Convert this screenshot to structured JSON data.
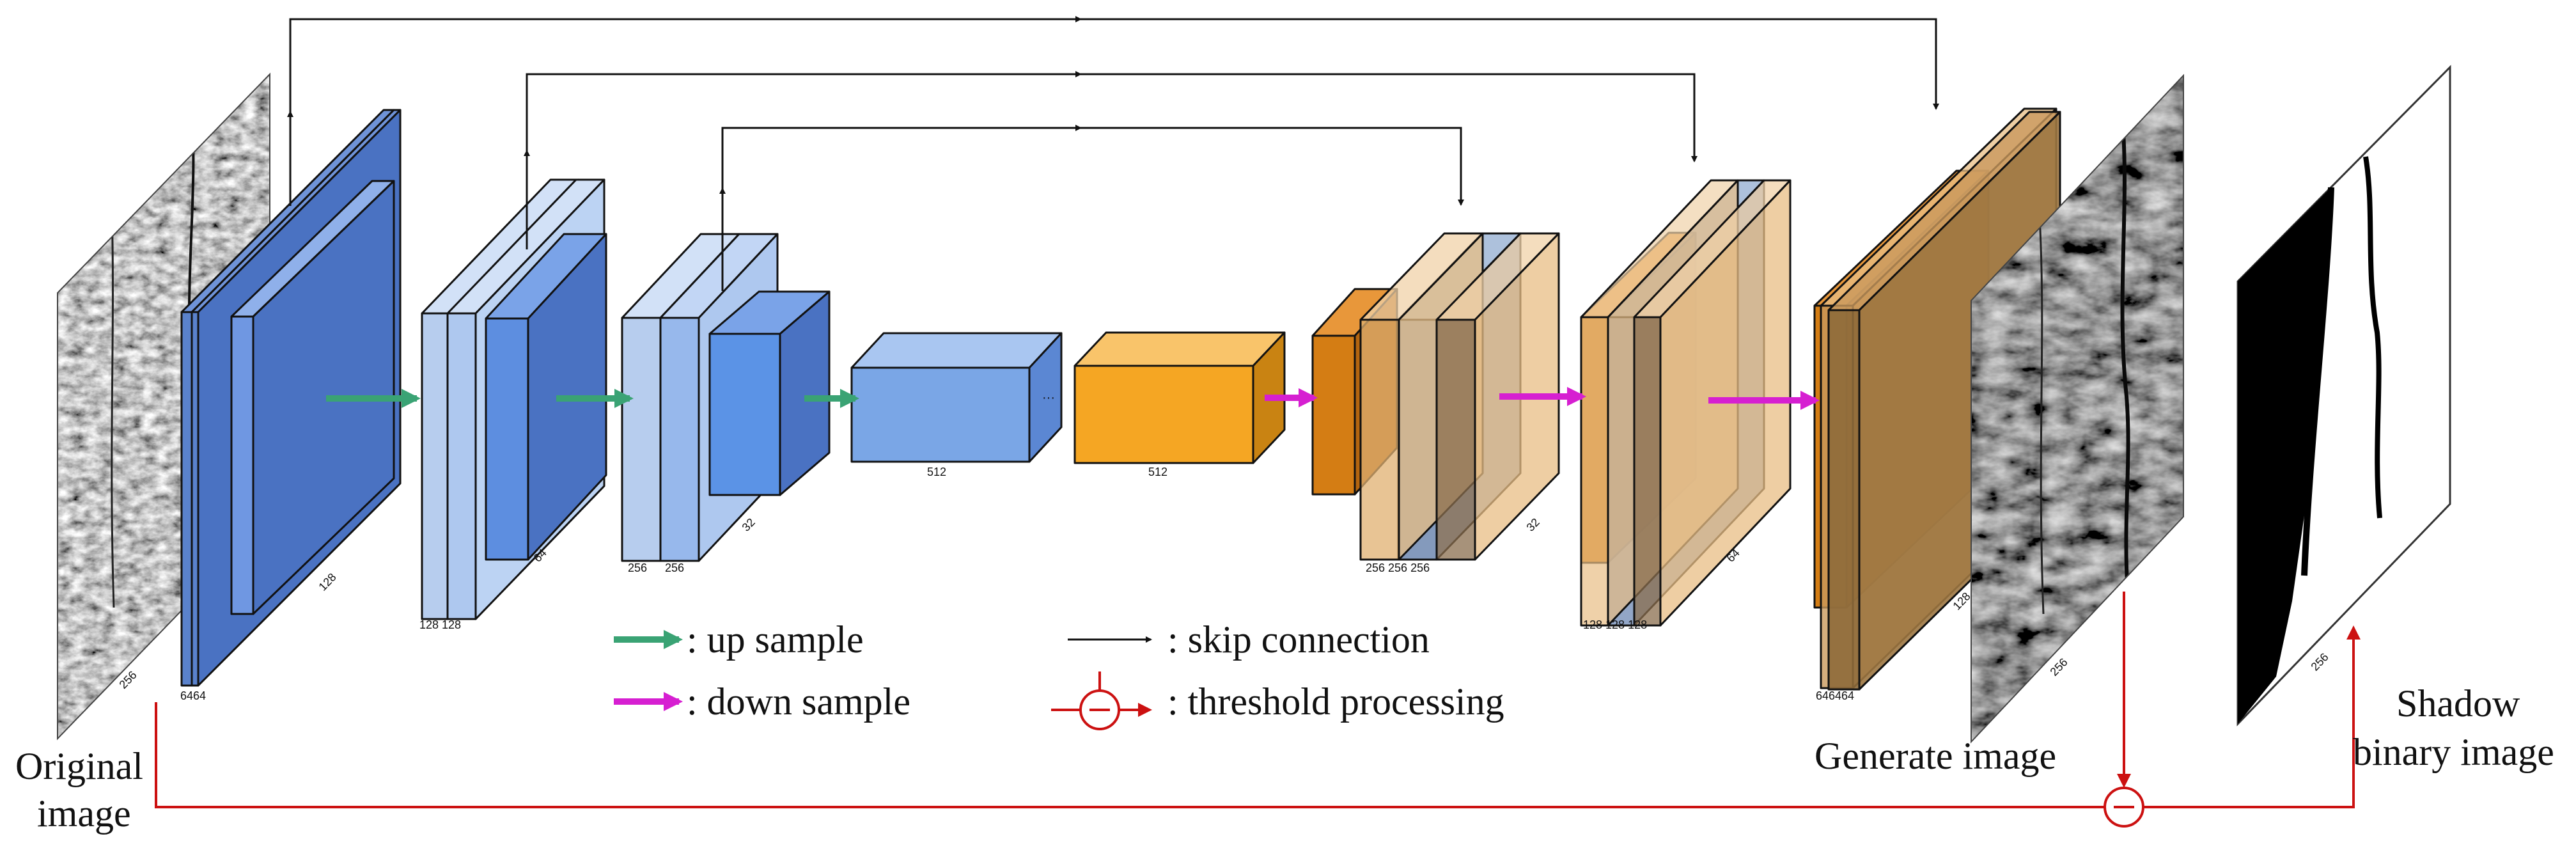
{
  "captions": {
    "original_line1": "Original",
    "original_line2": "image",
    "generate": "Generate image",
    "shadow_line1": "Shadow",
    "shadow_line2": "binary image"
  },
  "legend": {
    "up_sample": ": up sample",
    "down_sample": ": down sample",
    "skip_connection": ": skip connection",
    "threshold_processing": ": threshold processing"
  },
  "dimensions": {
    "original_image": "256",
    "enc1_channels": "6464",
    "enc1_size": "128",
    "enc2_channels": "128 128",
    "enc2_size": "64",
    "enc3_channels_a": "256",
    "enc3_channels_b": "256",
    "enc3_size": "32",
    "bottleneck_encoder": "512",
    "bottleneck_decoder": "512",
    "dec1_channels": "256  256  256",
    "dec1_size": "32",
    "dec2_channels": "128 128 128",
    "dec2_size": "64",
    "dec3_channels": "646464",
    "dec3_size": "128",
    "generated_image": "256",
    "binary_image": "256"
  },
  "colors": {
    "encoder_dark": "#4a72c2",
    "encoder_light": "#aec8ef",
    "bottleneck_blue": "#7aa6e6",
    "bottleneck_orange": "#f5a623",
    "decoder_orange": "#d47d14",
    "decoder_tan": "#e8bd84",
    "up_arrow": "#3aa374",
    "down_arrow": "#d61fd1",
    "skip_arrow": "#111111",
    "threshold": "#cc1111"
  }
}
